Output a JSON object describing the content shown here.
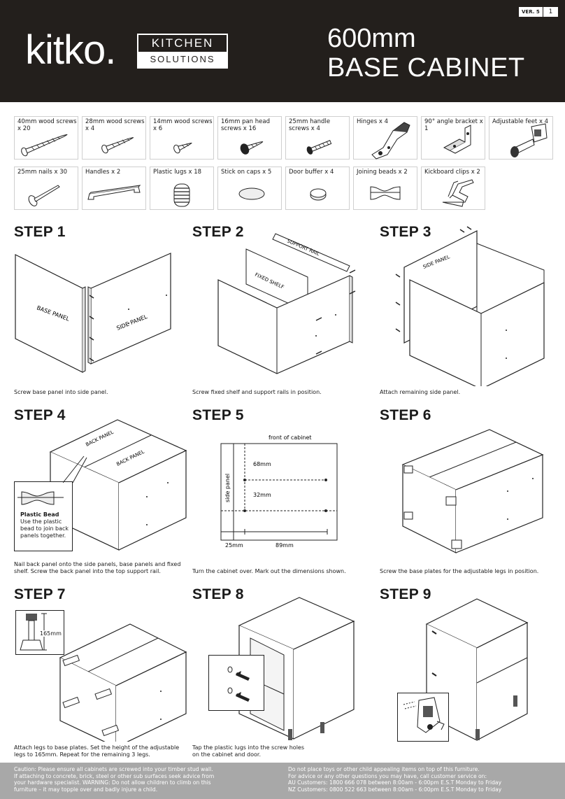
{
  "header": {
    "logo": "kitko.",
    "brand_top": "KITCHEN",
    "brand_bottom": "SOLUTIONS",
    "title_line1": "600mm",
    "title_line2": "BASE CABINET",
    "version_label": "VER. 5",
    "page_number": "1",
    "background_color": "#231f1c"
  },
  "parts": [
    {
      "label": "40mm wood screws x 20",
      "icon": "long-screw-icon"
    },
    {
      "label": "28mm wood screws x 4",
      "icon": "medium-screw-icon"
    },
    {
      "label": "14mm wood screws x 6",
      "icon": "short-screw-icon"
    },
    {
      "label": "16mm pan head screws x 16",
      "icon": "pan-head-screw-icon"
    },
    {
      "label": "25mm handle screws x 4",
      "icon": "handle-screw-icon"
    },
    {
      "label": "Hinges x 4",
      "icon": "hinge-icon"
    },
    {
      "label": "90° angle bracket x 1",
      "icon": "angle-bracket-icon"
    },
    {
      "label": "Adjustable feet x 4",
      "icon": "adjustable-foot-icon"
    },
    {
      "label": "25mm nails x 30",
      "icon": "nail-icon"
    },
    {
      "label": "Handles x 2",
      "icon": "handle-icon"
    },
    {
      "label": "Plastic lugs x 18",
      "icon": "plastic-lug-icon"
    },
    {
      "label": "Stick on caps x 5",
      "icon": "stick-on-cap-icon"
    },
    {
      "label": "Door buffer x 4",
      "icon": "door-buffer-icon"
    },
    {
      "label": "Joining beads x 2",
      "icon": "joining-bead-icon"
    },
    {
      "label": "Kickboard clips x 2",
      "icon": "kickboard-clip-icon"
    }
  ],
  "steps": [
    {
      "title": "STEP 1",
      "caption": [
        "Screw base panel into side panel."
      ],
      "labels": [
        "BASE PANEL",
        "SIDE PANEL"
      ]
    },
    {
      "title": "STEP 2",
      "caption": [
        "Screw fixed shelf and support rails in position."
      ],
      "labels": [
        "SUPPORT RAIL",
        "FIXED SHELF"
      ]
    },
    {
      "title": "STEP 3",
      "caption": [
        "Attach remaining side panel."
      ],
      "labels": [
        "SIDE PANEL"
      ]
    },
    {
      "title": "STEP 4",
      "caption": [
        "Nail back panel onto the side panels, base panels and fixed",
        "shelf. Screw the back panel into the top support rail."
      ],
      "labels": [
        "BACK PANEL",
        "BACK PANEL"
      ],
      "callout_title": "Plastic Bead",
      "callout_text": [
        "Use the plastic",
        "bead to join back",
        "panels together."
      ]
    },
    {
      "title": "STEP 5",
      "caption": [
        "Turn the cabinet over. Mark out the dimensions shown."
      ],
      "labels": [
        "front of cabinet",
        "side panel",
        "68mm",
        "32mm",
        "25mm",
        "89mm"
      ]
    },
    {
      "title": "STEP 6",
      "caption": [
        "Screw the base plates for the adjustable legs in position."
      ]
    },
    {
      "title": "STEP 7",
      "caption": [
        "Attach legs to base plates. Set the height of the adjustable",
        "legs to 165mm. Repeat for the remaining 3 legs."
      ],
      "labels": [
        "165mm"
      ]
    },
    {
      "title": "STEP 8",
      "caption": [
        "Tap the plastic lugs into the screw holes",
        "on the cabinet and door."
      ]
    },
    {
      "title": "STEP 9",
      "caption": []
    }
  ],
  "footer": {
    "left": [
      "Caution: Please ensure all cabinets are screwed into your timber stud wall.",
      "If attaching to concrete, brick, steel or other sub surfaces seek advice from",
      "your hardware specialist. WARNING: Do not allow children to climb on this",
      "furniture – it may topple over and badly injure a child."
    ],
    "right": [
      "Do not place toys or other child appealing items on top of this furniture.",
      "For advice or any other questions you may have, call customer service on:",
      "AU Customers: 1800 666 078 between 8:00am - 6:00pm E.S.T Monday to Friday",
      "NZ Customers: 0800 522 663 between 8:00am - 6:00pm E.S.T Monday to Friday"
    ],
    "background_color": "#a8a8a8"
  }
}
